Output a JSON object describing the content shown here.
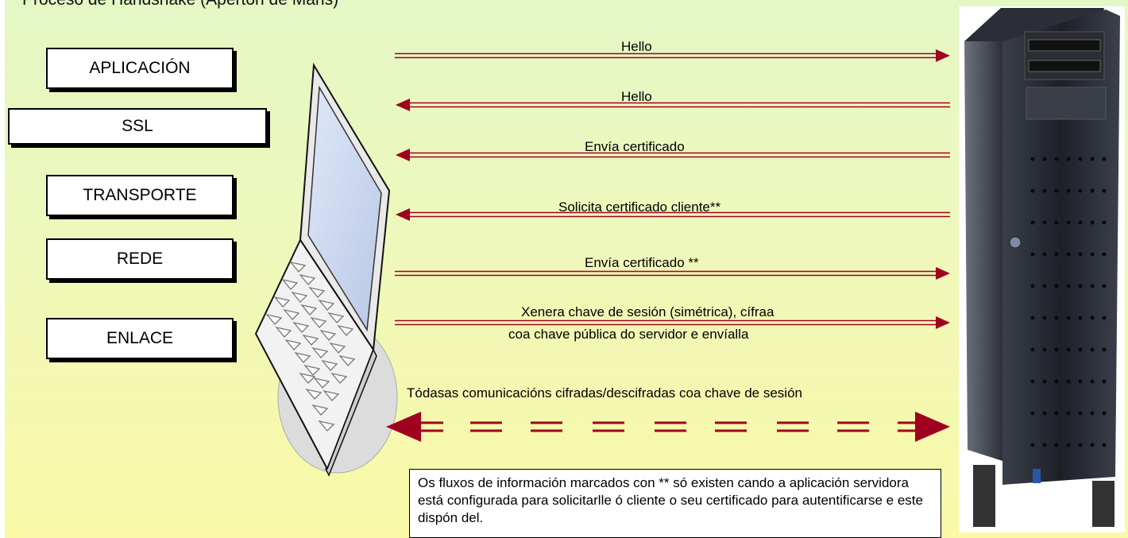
{
  "title": "Proceso de Handshake (Aperton de Mans)",
  "layers": [
    "APLICACIÓN",
    "SSL",
    "TRANSPORTE",
    "REDE",
    "ENLACE"
  ],
  "messages": [
    {
      "text": "Hello",
      "direction": "to-server"
    },
    {
      "text": "Hello",
      "direction": "to-client"
    },
    {
      "text": "Envía certificado",
      "direction": "to-client"
    },
    {
      "text": "Solicita certificado cliente**",
      "direction": "to-client"
    },
    {
      "text": "Envía certificado **",
      "direction": "to-server"
    },
    {
      "text": "Xenera chave de sesión (simétrica), cífraa",
      "text2": "coa chave pública do servidor e envíalla",
      "direction": "to-server"
    }
  ],
  "session": {
    "text": "Tódasas comunicacións cifradas/descifradas coa chave de sesión",
    "direction": "both"
  },
  "note": "Os fluxos de información marcados con ** só existen cando a aplicación servidora está configurada para solicitarlle ó cliente o seu certificado para autentificarse e este dispón del.",
  "colors": {
    "arrow": "#a00020",
    "background_top": "#e4f7c4",
    "background_bottom": "#f9f9a6"
  }
}
